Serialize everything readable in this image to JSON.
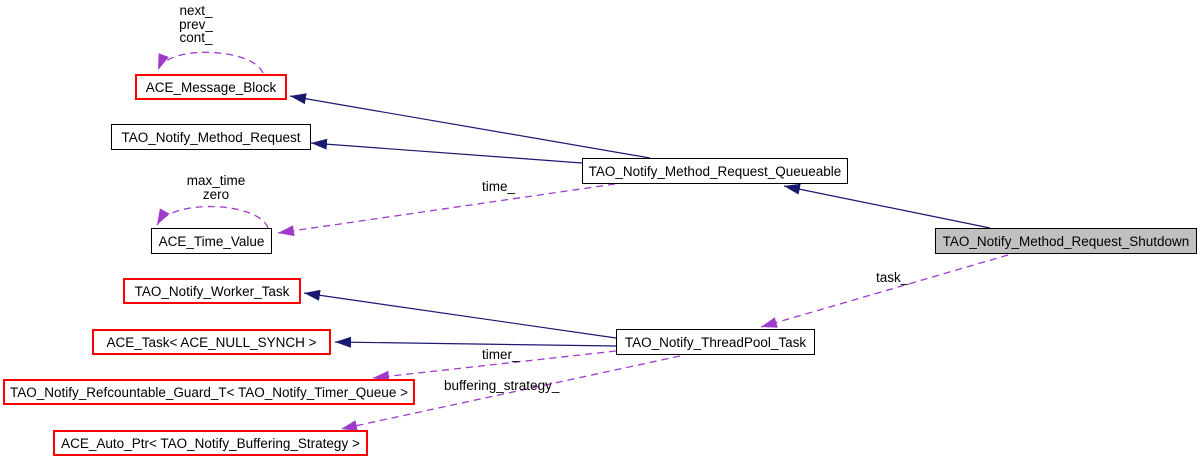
{
  "nodes": [
    {
      "label": "ACE_Message_Block"
    },
    {
      "label": "TAO_Notify_Method_Request"
    },
    {
      "label": "ACE_Time_Value"
    },
    {
      "label": "TAO_Notify_Worker_Task"
    },
    {
      "label": "ACE_Task< ACE_NULL_SYNCH >"
    },
    {
      "label": "TAO_Notify_Refcountable_Guard_T< TAO_Notify_Timer_Queue >"
    },
    {
      "label": "ACE_Auto_Ptr< TAO_Notify_Buffering_Strategy >"
    },
    {
      "label": "TAO_Notify_Method_Request_Queueable"
    },
    {
      "label": "TAO_Notify_ThreadPool_Task"
    },
    {
      "label": "TAO_Notify_Method_Request_Shutdown"
    }
  ],
  "edge_labels": {
    "message_block_self": [
      "next_",
      "prev_",
      "cont_"
    ],
    "time_value_self": [
      "max_time",
      "zero"
    ],
    "time": "time_",
    "task": "task_",
    "timer": "timer_",
    "buffering_strategy": "buffering_strategy_"
  },
  "colors": {
    "inheritance_edge": "#191970",
    "usage_edge": "#9e3bcd",
    "truncated_node_border": "#ff0000",
    "node_border": "#000000",
    "current_node_fill": "#c0c0c0",
    "node_fill": "#ffffff"
  }
}
